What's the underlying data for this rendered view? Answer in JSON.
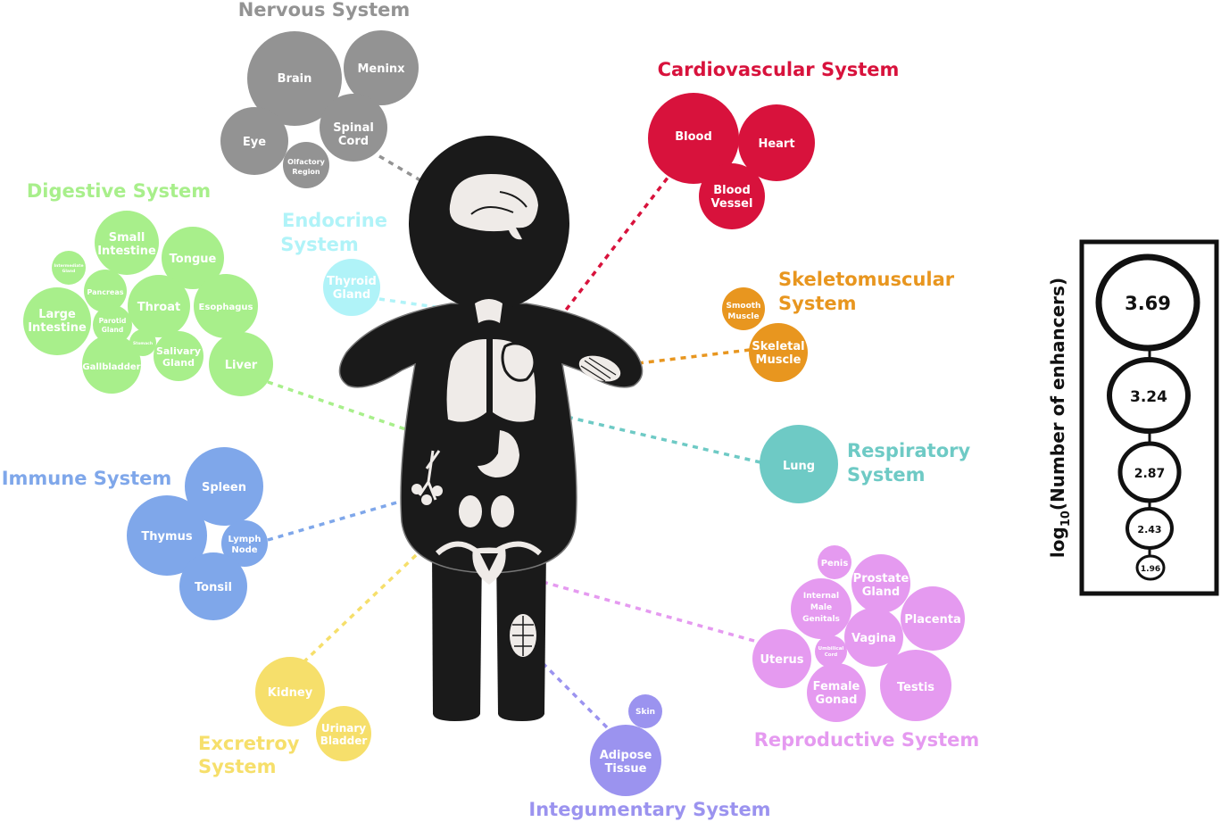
{
  "systems": {
    "nervous": {
      "title": "Nervous System",
      "color": "#939393",
      "organs": [
        "Brain",
        "Meninx",
        "Eye",
        "Spinal Cord",
        "Olfactory Region"
      ]
    },
    "cardiovascular": {
      "title": "Cardiovascular System",
      "color": "#d8123c",
      "organs": [
        "Blood",
        "Heart",
        "Blood Vessel"
      ]
    },
    "digestive": {
      "title": "Digestive System",
      "color": "#a8ef8b",
      "organs": [
        "Small Intestine",
        "Tongue",
        "Intermediate Gland",
        "Pancreas",
        "Throat",
        "Esophagus",
        "Large Intestine",
        "Parotid Gland",
        "Stomach",
        "Salivary Gland",
        "Gallbladder",
        "Liver"
      ]
    },
    "endocrine": {
      "title_line1": "Endocrine",
      "title_line2": "System",
      "color": "#b0f3f8",
      "organs": [
        "Thyroid Gland"
      ]
    },
    "skeletomuscular": {
      "title_line1": "Skeletomuscular",
      "title_line2": "System",
      "color": "#e8961f",
      "organs": [
        "Smooth Muscle",
        "Skeletal Muscle"
      ]
    },
    "respiratory": {
      "title_line1": "Respiratory",
      "title_line2": "System",
      "color": "#6ecac5",
      "organs": [
        "Lung"
      ]
    },
    "immune": {
      "title": "Immune System",
      "color": "#7fa7ea",
      "organs": [
        "Spleen",
        "Thymus",
        "Lymph Node",
        "Tonsil"
      ]
    },
    "excretory": {
      "title_line1": "Excretroy",
      "title_line2": "System",
      "color": "#f6df6b",
      "organs": [
        "Kidney",
        "Urinary Bladder"
      ]
    },
    "integumentary": {
      "title": "Integumentary System",
      "color": "#9b93ef",
      "organs": [
        "Skin",
        "Adipose Tissue"
      ]
    },
    "reproductive": {
      "title": "Reproductive System",
      "color": "#e59af0",
      "organs": [
        "Penis",
        "Prostate Gland",
        "Internal Male Genitals",
        "Placenta",
        "Vagina",
        "Umbilical Cord",
        "Uterus",
        "Female Gonad",
        "Testis"
      ]
    }
  },
  "legend": {
    "axis_label_prefix": "log",
    "axis_label_sub": "10",
    "axis_label_suffix": "(Number of enhancers)",
    "values": [
      "3.69",
      "3.24",
      "2.87",
      "2.43",
      "1.96"
    ]
  }
}
